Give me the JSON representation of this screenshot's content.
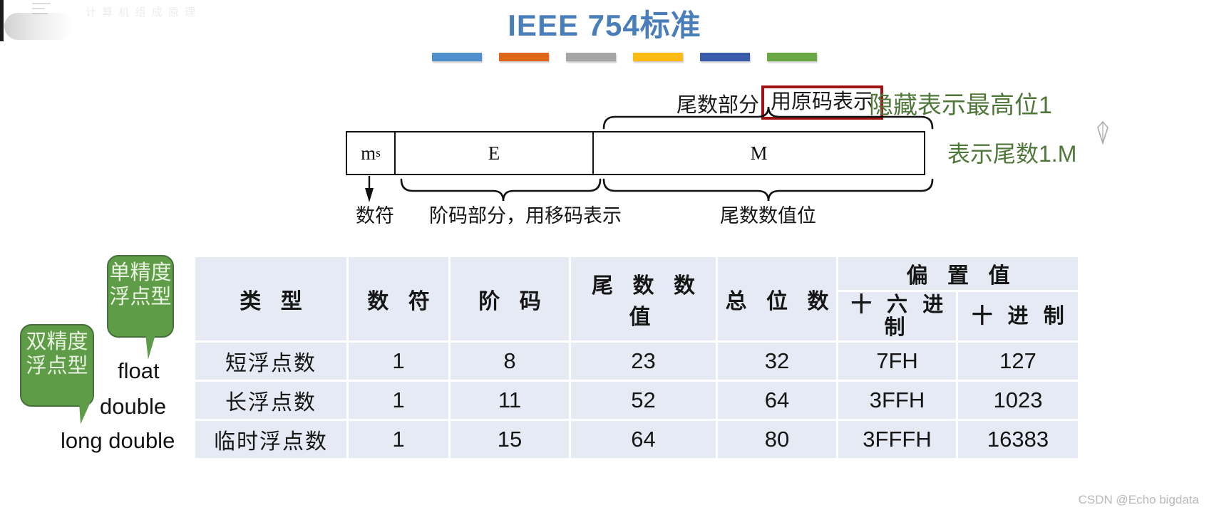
{
  "slide": {
    "title": "IEEE 754标准",
    "title_color": "#4a7ebb",
    "ghost_text": "计 算 机 组 成 原 理",
    "watermark": "CSDN @Echo bigdata"
  },
  "accent_bars": [
    {
      "name": "bar-blue-light",
      "color": "#4f8fcc"
    },
    {
      "name": "bar-orange",
      "color": "#e2661a"
    },
    {
      "name": "bar-gray",
      "color": "#a5a5a5"
    },
    {
      "name": "bar-yellow",
      "color": "#fcbb12"
    },
    {
      "name": "bar-blue-dark",
      "color": "#3b5bab"
    },
    {
      "name": "bar-green",
      "color": "#6aa845"
    }
  ],
  "annotations": {
    "mantissa_part": "尾数部分，",
    "boxed_note": "用原码表示",
    "boxed_border_color": "#a01313",
    "green_note_top": "隐藏表示最高位1",
    "green_note_right": "表示尾数1.M",
    "green_color": "#4f7739"
  },
  "bit_fields": [
    {
      "name": "sign-field",
      "label": "m",
      "subscript": "s"
    },
    {
      "name": "exponent-field",
      "label": "E",
      "subscript": ""
    },
    {
      "name": "mantissa-field",
      "label": "M",
      "subscript": ""
    }
  ],
  "field_captions": {
    "sign": "数符",
    "exponent": "阶码部分，用移码表示",
    "mantissa": "尾数数值位"
  },
  "callouts": [
    {
      "name": "callout-single-precision",
      "text": "单精度浮点型",
      "color": "#5e9c47"
    },
    {
      "name": "callout-double-precision",
      "text": "双精度浮点型",
      "color": "#5e9c47"
    }
  ],
  "type_names": {
    "float": "float",
    "double": "double",
    "long_double": "long double"
  },
  "table": {
    "bias_group_header": "偏 置 值",
    "headers": {
      "type": "类    型",
      "sign": "数    符",
      "exponent": "阶    码",
      "mantissa": "尾 数 数 值",
      "total_bits": "总 位 数",
      "bias_hex": "十 六 进 制",
      "bias_dec": "十 进 制"
    },
    "rows": [
      {
        "type": "短浮点数",
        "sign": "1",
        "exponent": "8",
        "mantissa": "23",
        "total_bits": "32",
        "bias_hex": "7FH",
        "bias_dec": "127"
      },
      {
        "type": "长浮点数",
        "sign": "1",
        "exponent": "11",
        "mantissa": "52",
        "total_bits": "64",
        "bias_hex": "3FFH",
        "bias_dec": "1023"
      },
      {
        "type": "临时浮点数",
        "sign": "1",
        "exponent": "15",
        "mantissa": "64",
        "total_bits": "80",
        "bias_hex": "3FFFH",
        "bias_dec": "16383"
      }
    ]
  }
}
